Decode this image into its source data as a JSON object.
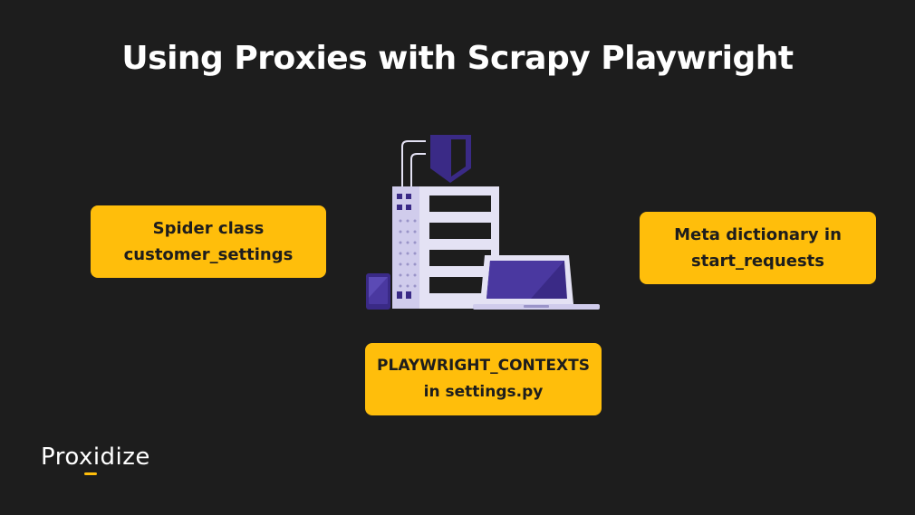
{
  "title": "Using Proxies with Scrapy Playwright",
  "boxes": {
    "left": {
      "line1": "Spider class",
      "line2": "customer_settings"
    },
    "right": {
      "line1": "Meta dictionary in",
      "line2": "start_requests"
    },
    "bottom": {
      "line1": "PLAYWRIGHT_CONTEXTS",
      "line2": "in settings.py"
    }
  },
  "logo": {
    "text": "Proxidize"
  },
  "colors": {
    "accent": "#ffbe0b",
    "background": "#1d1d1d",
    "illustration_primary": "#3a2a86",
    "illustration_light": "#e4e2f4"
  },
  "illustration": {
    "icons": [
      "shield-icon",
      "server-rack-icon",
      "laptop-icon",
      "phone-icon"
    ]
  }
}
